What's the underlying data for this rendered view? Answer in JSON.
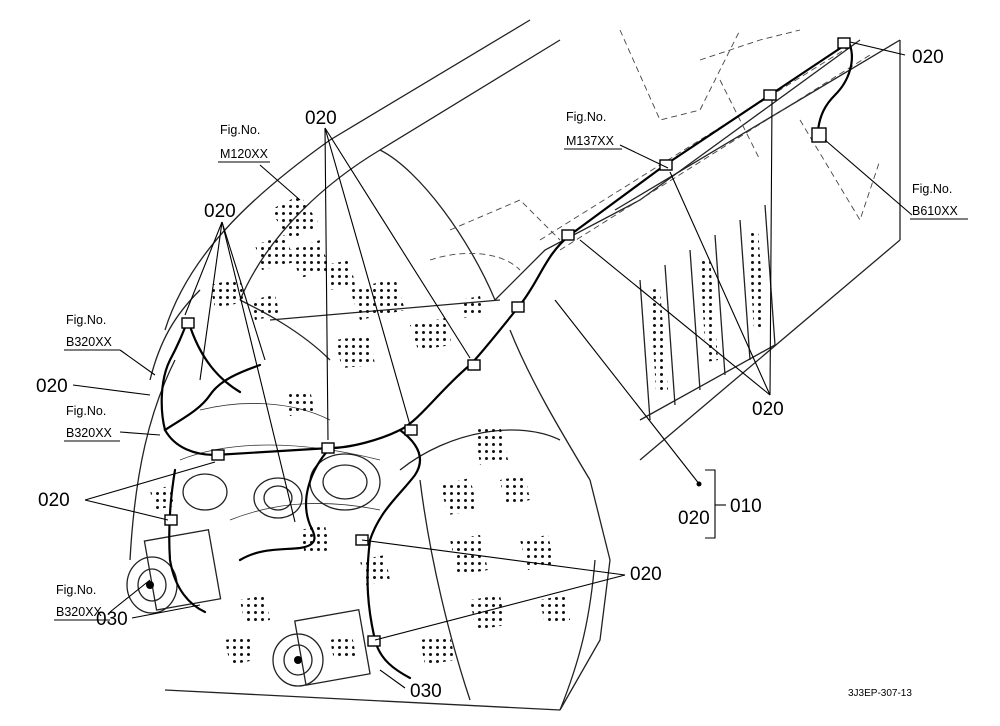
{
  "labels": {
    "fig_m120": {
      "line1": "Fig.No.",
      "line2": "M120XX"
    },
    "fig_m137": {
      "line1": "Fig.No.",
      "line2": "M137XX"
    },
    "fig_b610": {
      "line1": "Fig.No.",
      "line2": "B610XX"
    },
    "fig_b320_a": {
      "line1": "Fig.No.",
      "line2": "B320XX"
    },
    "fig_b320_b": {
      "line1": "Fig.No.",
      "line2": "B320XX"
    },
    "fig_b320_c": {
      "line1": "Fig.No.",
      "line2": "B320XX"
    },
    "part_020": "020",
    "part_010": "010",
    "part_030": "030"
  },
  "drawing_code": "3J3EP-307-13"
}
